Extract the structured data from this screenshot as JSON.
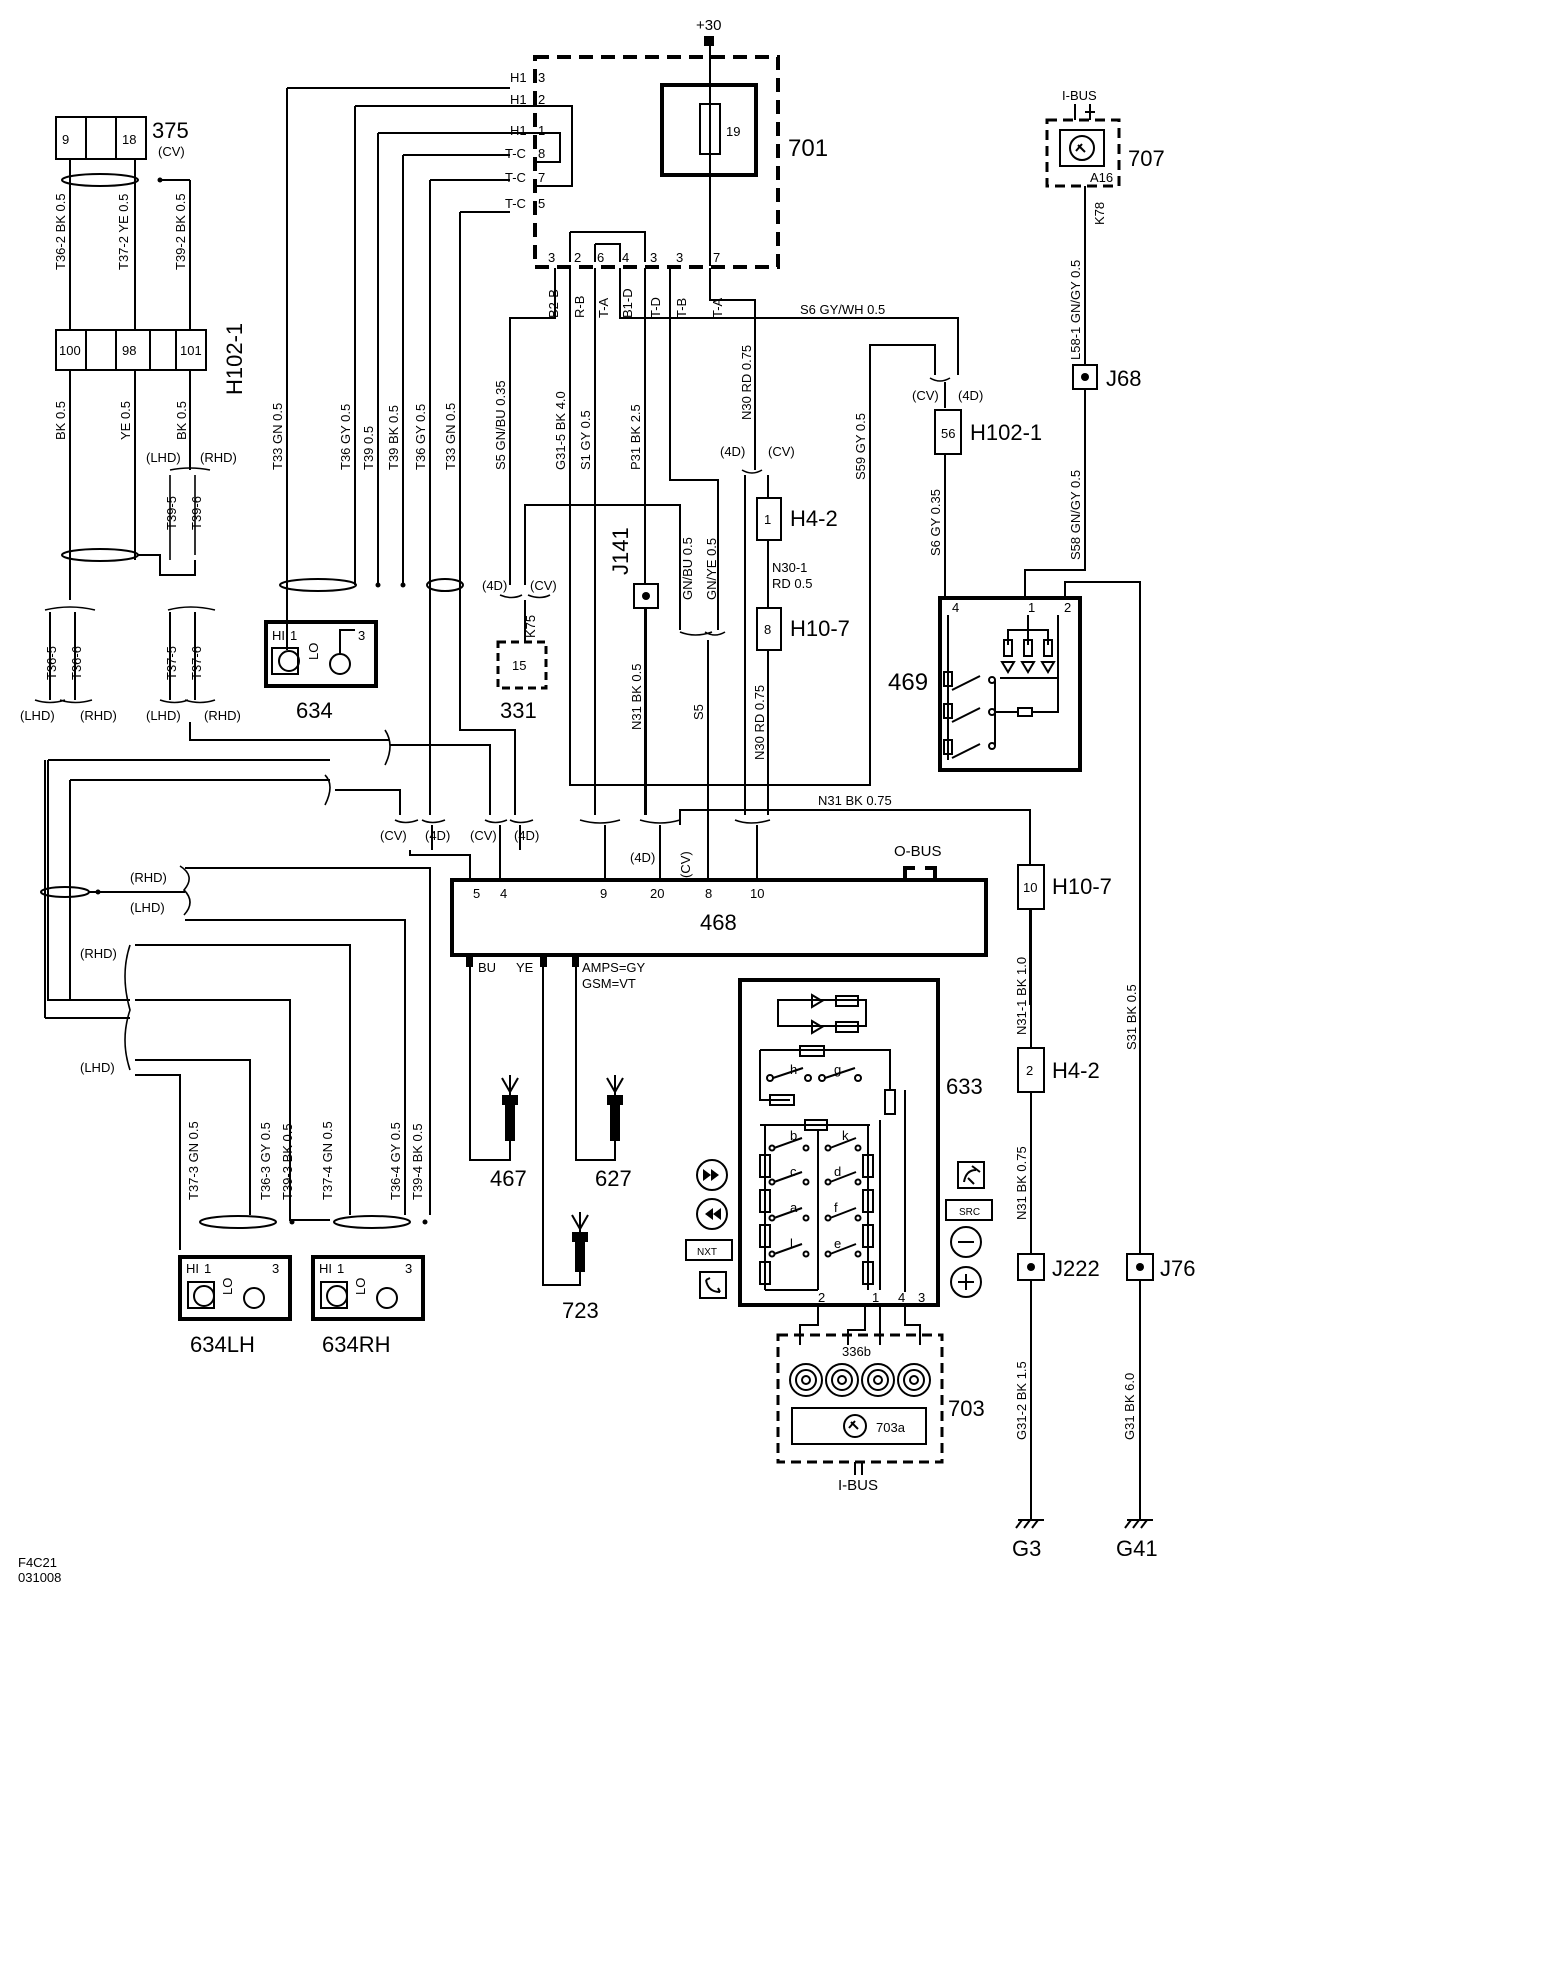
{
  "diagram_title": "",
  "footer": {
    "code": "F4C21",
    "date": "031008"
  },
  "power": {
    "label": "+30"
  },
  "components": {
    "c375": {
      "id": "375",
      "variant": "(CV)",
      "pin_left": "9",
      "pin_right": "18"
    },
    "c701": {
      "id": "701",
      "fuse": "19"
    },
    "c707": {
      "id": "707",
      "bus": "I-BUS",
      "pin": "A16",
      "wire": "K78"
    },
    "c634": {
      "id": "634",
      "hi": "HI",
      "pin1": "1",
      "lo": "LO",
      "pin3": "3"
    },
    "c634lh": {
      "id": "634LH",
      "hi": "HI",
      "pin1": "1",
      "lo": "LO",
      "pin3": "3"
    },
    "c634rh": {
      "id": "634RH",
      "hi": "HI",
      "pin1": "1",
      "lo": "LO",
      "pin3": "3"
    },
    "c331": {
      "id": "331",
      "pin": "15",
      "wire": "K75"
    },
    "c469": {
      "id": "469",
      "pin4": "4",
      "pin1": "1",
      "pin2": "2"
    },
    "c468": {
      "id": "468",
      "obus": "O-BUS",
      "p5": "5",
      "p4": "4",
      "p9": "9",
      "p20": "20",
      "p8": "8",
      "p10": "10",
      "bu": "BU",
      "ye": "YE",
      "amps": "AMPS=GY",
      "gsm": "GSM=VT"
    },
    "c467": {
      "id": "467"
    },
    "c627": {
      "id": "627"
    },
    "c723": {
      "id": "723"
    },
    "c633": {
      "id": "633",
      "sw_h": "h",
      "sw_g": "g",
      "sw_b": "b",
      "sw_k": "k",
      "sw_c": "c",
      "sw_d": "d",
      "sw_a": "a",
      "sw_f": "f",
      "sw_l": "l",
      "sw_e": "e",
      "p2": "2",
      "p1": "1",
      "p4": "4",
      "p3": "3",
      "src": "SRC",
      "nxt": "NXT"
    },
    "c703": {
      "id": "703",
      "coil": "336b",
      "trans": "703a",
      "bus": "I-BUS"
    }
  },
  "connectors": {
    "h102_1_top": {
      "id": "H102-1",
      "p100": "100",
      "p98": "98",
      "p101": "101"
    },
    "h102_1_right": {
      "id": "H102-1",
      "pin": "56",
      "cv": "(CV)",
      "fourd": "(4D)"
    },
    "h4_2_upper": {
      "id": "H4-2",
      "pin": "1"
    },
    "h10_7_upper": {
      "id": "H10-7",
      "pin": "8"
    },
    "h10_7_lower": {
      "id": "H10-7",
      "pin": "10"
    },
    "h4_2_lower": {
      "id": "H4-2",
      "pin": "2"
    },
    "j68": {
      "id": "J68"
    },
    "j141": {
      "id": "J141"
    },
    "j222": {
      "id": "J222"
    },
    "j76": {
      "id": "J76"
    },
    "g3": {
      "id": "G3"
    },
    "g41": {
      "id": "G41"
    }
  },
  "c701_pins": {
    "top": [
      {
        "label": "H1",
        "pin": "3"
      },
      {
        "label": "H1",
        "pin": "2"
      },
      {
        "label": "H1",
        "pin": "1"
      },
      {
        "label": "T-C",
        "pin": "8"
      },
      {
        "label": "T-C",
        "pin": "7"
      },
      {
        "label": "T-C",
        "pin": "5"
      }
    ],
    "bottom": [
      {
        "pin": "3",
        "label": "B2-B"
      },
      {
        "pin": "2",
        "label": "R-B"
      },
      {
        "pin": "6",
        "label": "T-A"
      },
      {
        "pin": "4",
        "label": "B1-D"
      },
      {
        "pin": "3",
        "label": "T-D"
      },
      {
        "pin": "3",
        "label": "T-B"
      },
      {
        "pin": "7",
        "label": "T-A"
      }
    ]
  },
  "wires": {
    "t36_2": "T36-2  BK  0.5",
    "t37_2": "T37-2  YE  0.5",
    "t39_2": "T39-2  BK  0.5",
    "bk05": "BK  0.5",
    "ye05": "YE  0.5",
    "bk05b": "BK  0.5",
    "lhd": "(LHD)",
    "rhd": "(RHD)",
    "t39_5": "T39-5",
    "t39_6": "T39-6",
    "t36_5": "T36-5",
    "t36_6": "T36-6",
    "t37_5": "T37-5",
    "t37_6": "T37-6",
    "t33a": "T33  GN  0.5",
    "t36a": "T36  GY  0.5",
    "t39a": "T39  0.5",
    "t39b": "T39  BK  0.5",
    "t36b": "T36  GY  0.5",
    "t33b": "T33  GN  0.5",
    "s5": "S5  GN/BU  0.35",
    "g31_5": "G31-5  BK  4.0",
    "s1": "S1  GY  0.5",
    "p31": "P31  BK  2.5",
    "n30": "N30  RD  0.75",
    "s6_top": "S6   GY/WH   0.5",
    "s59": "S59  GY  0.5",
    "s6": "S6  GY  0.35",
    "l58_1": "L58-1  GN/GY  0.5",
    "s58": "S58  GN/GY  0.5",
    "n30_1": "N30-1",
    "rd05": "RD  0.5",
    "gnbu": "GN/BU  0.5",
    "gnye": "GN/YE  0.5",
    "n31_05": "N31  BK  0.5",
    "s5b": "S5",
    "n30b": "N30  RD  0.75",
    "n31_top": "N31   BK   0.75",
    "n31_1": "N31-1  BK  1.0",
    "n31_bk": "N31  BK  0.75",
    "s31": "S31  BK  0.5",
    "g31_2": "G31-2  BK  1.5",
    "g31": "G31  BK  6.0",
    "t37_3": "T37-3  GN  0.5",
    "t36_3": "T36-3   GY  0.5",
    "t39_3": "T39-3  BK  0.5",
    "t37_4": "T37-4  GN  0.5",
    "t36_4": "T36-4  GY  0.5",
    "t39_4": "T39-4  BK  0.5",
    "fourd": "(4D)",
    "cv": "(CV)"
  }
}
